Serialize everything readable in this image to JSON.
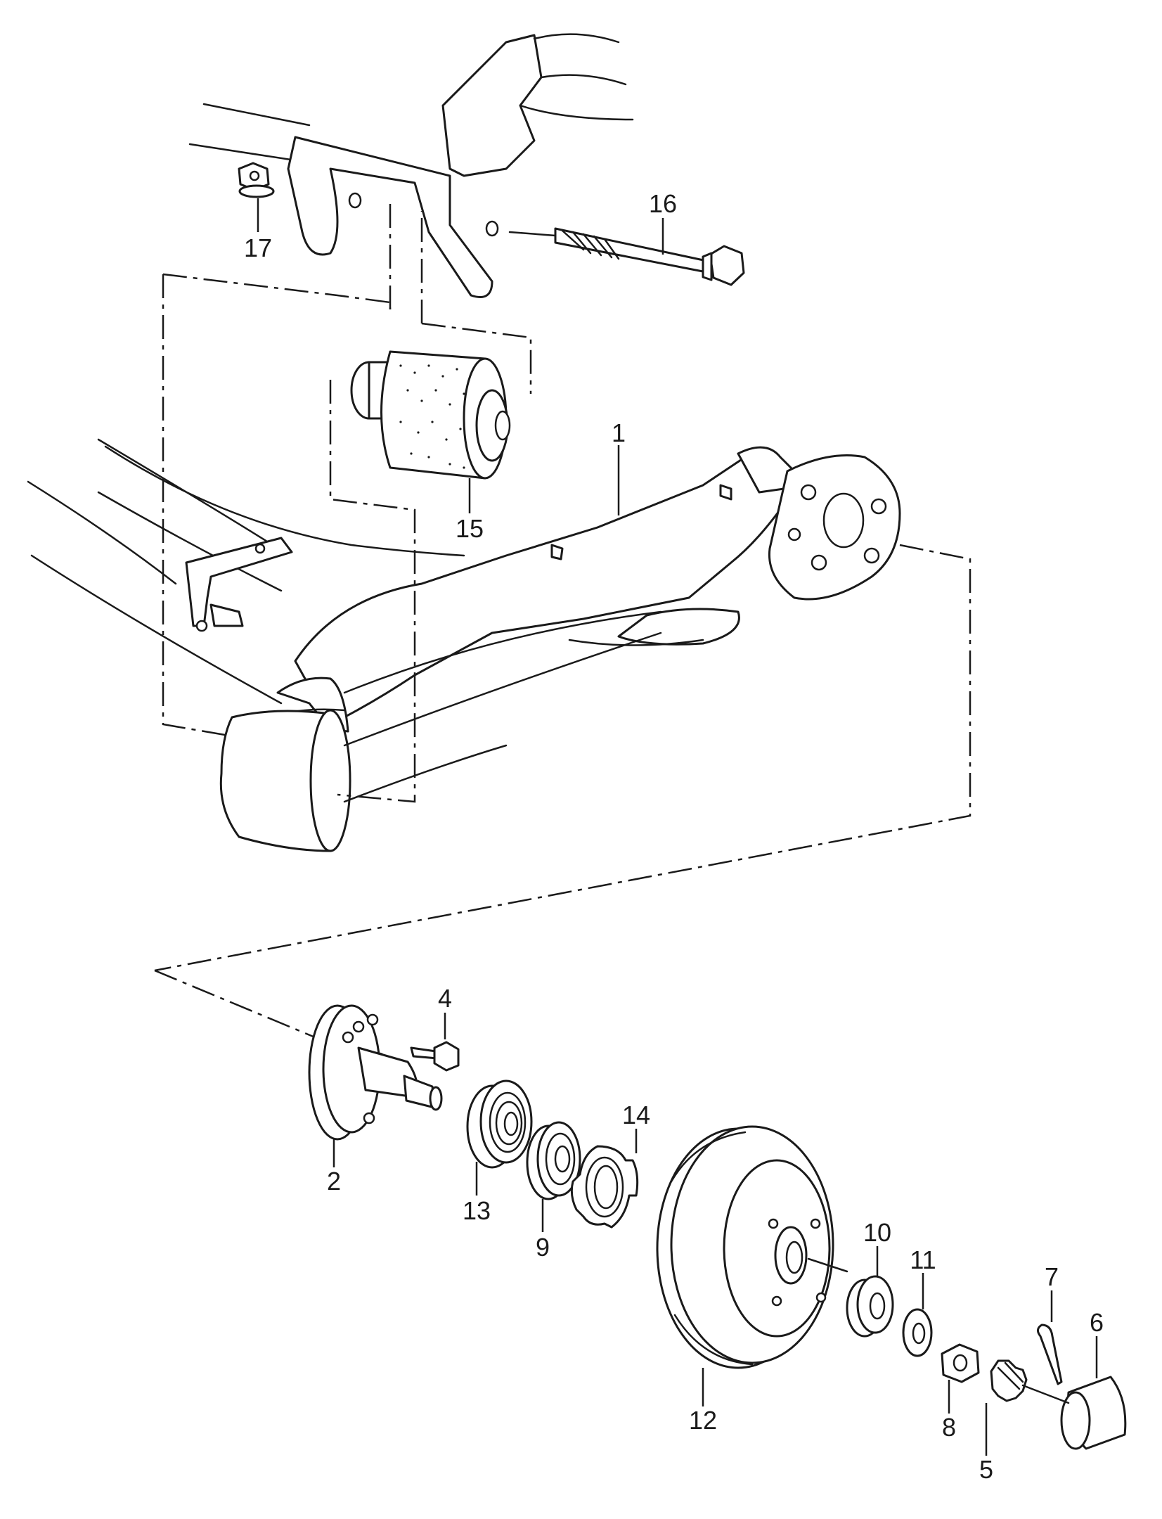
{
  "callouts": [
    {
      "id": "c1",
      "label": "1"
    },
    {
      "id": "c2",
      "label": "2"
    },
    {
      "id": "c4",
      "label": "4"
    },
    {
      "id": "c5",
      "label": "5"
    },
    {
      "id": "c6",
      "label": "6"
    },
    {
      "id": "c7",
      "label": "7"
    },
    {
      "id": "c8",
      "label": "8"
    },
    {
      "id": "c9",
      "label": "9"
    },
    {
      "id": "c10",
      "label": "10"
    },
    {
      "id": "c11",
      "label": "11"
    },
    {
      "id": "c12",
      "label": "12"
    },
    {
      "id": "c13",
      "label": "13"
    },
    {
      "id": "c14",
      "label": "14"
    },
    {
      "id": "c15",
      "label": "15"
    },
    {
      "id": "c16",
      "label": "16"
    },
    {
      "id": "c17",
      "label": "17"
    }
  ]
}
